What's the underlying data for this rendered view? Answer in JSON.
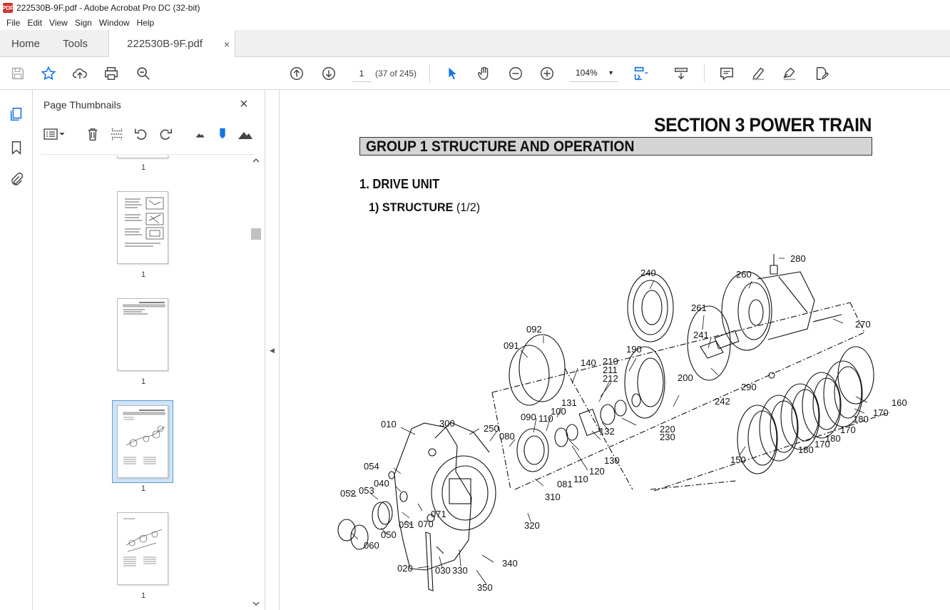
{
  "window": {
    "title": "222530B-9F.pdf - Adobe Acrobat Pro DC (32-bit)",
    "logo": "PDF"
  },
  "menu": [
    "File",
    "Edit",
    "View",
    "Sign",
    "Window",
    "Help"
  ],
  "tabs": {
    "home": "Home",
    "tools": "Tools",
    "doc": "222530B-9F.pdf",
    "close": "×"
  },
  "toolbar": {
    "page_value": "1",
    "page_count": "(37 of 245)",
    "zoom": "104%"
  },
  "panel": {
    "title": "Page Thumbnails",
    "close": "×"
  },
  "thumbnails": [
    {
      "label": "1"
    },
    {
      "label": "1"
    },
    {
      "label": "1"
    },
    {
      "label": "1"
    },
    {
      "label": "1"
    }
  ],
  "document": {
    "section_title": "SECTION  3  POWER TRAIN SYSTEM",
    "group_title": "GROUP  1  STRUCTURE AND OPERATION",
    "heading": "1. DRIVE UNIT",
    "subheading_bold": "1) STRUCTURE",
    "subheading_rest": " (1/2)"
  },
  "callouts": [
    "280",
    "240",
    "260",
    "261",
    "270",
    "092",
    "091",
    "241",
    "190",
    "140",
    "210",
    "211",
    "212",
    "200",
    "290",
    "242",
    "160",
    "170",
    "300",
    "250",
    "080",
    "090",
    "110",
    "131",
    "100",
    "220",
    "230",
    "180",
    "010",
    "132",
    "130",
    "054",
    "120",
    "110",
    "081",
    "150",
    "040",
    "053",
    "052",
    "071",
    "310",
    "051",
    "070",
    "050",
    "060",
    "320",
    "020",
    "030",
    "330",
    "340",
    "350",
    "180",
    "170",
    "180",
    "170"
  ],
  "colors": {
    "accent": "#1473e6",
    "selected_thumb": "#cfe3f6"
  }
}
